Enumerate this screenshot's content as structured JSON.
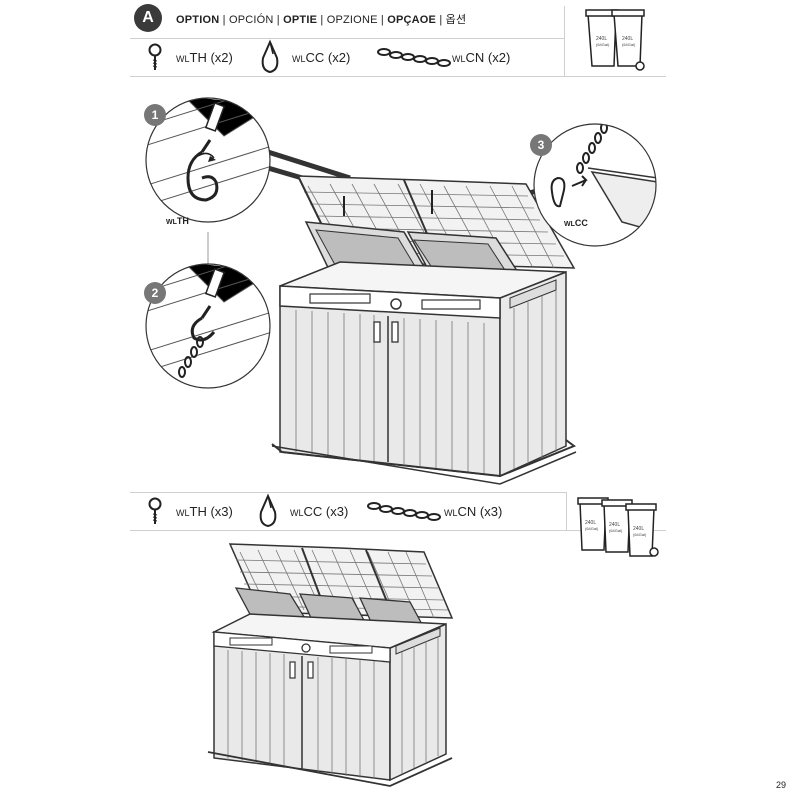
{
  "header": {
    "badge": "A",
    "title_parts": [
      {
        "text": "OPTION",
        "bold": true
      },
      {
        "text": " | ",
        "bold": false
      },
      {
        "text": "OPCIÓN",
        "bold": false
      },
      {
        "text": " | ",
        "bold": false
      },
      {
        "text": "OPTIE",
        "bold": true
      },
      {
        "text": " | ",
        "bold": false
      },
      {
        "text": "OPZIONE",
        "bold": false
      },
      {
        "text": " | ",
        "bold": false
      },
      {
        "text": "OPÇAOE",
        "bold": true
      },
      {
        "text": " | ",
        "bold": false
      },
      {
        "text": "옵션",
        "bold": false
      }
    ]
  },
  "parts_top": [
    {
      "prefix": "WL",
      "name": "TH",
      "qty": " (x2)"
    },
    {
      "prefix": "WL",
      "name": "CC",
      "qty": " (x2)"
    },
    {
      "prefix": "WL",
      "name": "CN",
      "qty": " (x2)"
    }
  ],
  "parts_bottom": [
    {
      "prefix": "WL",
      "name": "TH",
      "qty": " (x3)"
    },
    {
      "prefix": "WL",
      "name": "CC",
      "qty": " (x3)"
    },
    {
      "prefix": "WL",
      "name": "CN",
      "qty": " (x3)"
    }
  ],
  "bins_top": [
    {
      "size": "240L",
      "alt": "(64Gal)"
    },
    {
      "size": "240L",
      "alt": "(64Gal)"
    }
  ],
  "bins_bottom": [
    {
      "size": "240L",
      "alt": "(64Gal)"
    },
    {
      "size": "240L",
      "alt": "(64Gal)"
    },
    {
      "size": "240L",
      "alt": "(64Gal)"
    }
  ],
  "steps": [
    {
      "num": "1",
      "label_prefix": "WL",
      "label": "TH"
    },
    {
      "num": "2",
      "label_prefix": "",
      "label": ""
    },
    {
      "num": "3",
      "label_prefix": "WL",
      "label": "CC"
    }
  ],
  "page_number": "29"
}
